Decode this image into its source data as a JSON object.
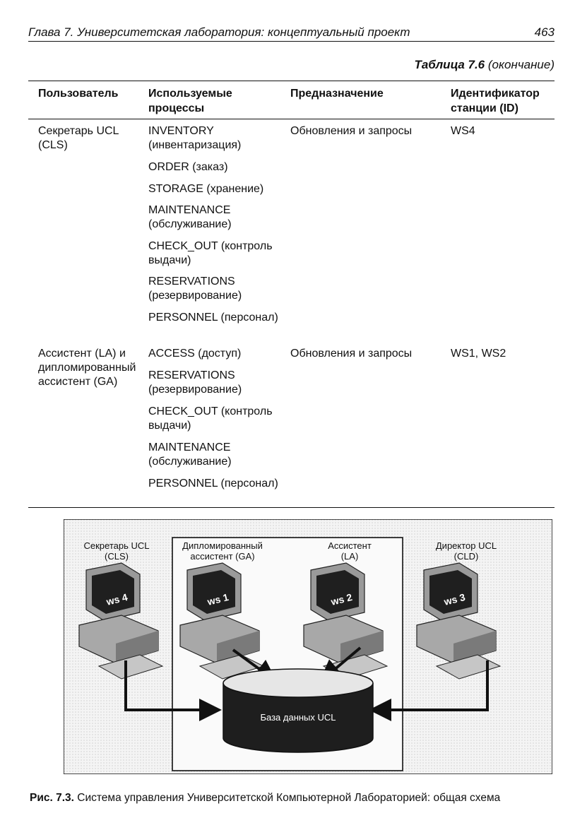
{
  "header": {
    "running_title": "Глава 7. Университетская лаборатория: концептуальный проект",
    "page_number": "463"
  },
  "table": {
    "caption_bold": "Таблица 7.6",
    "caption_rest": " (окончание)",
    "columns": [
      "Пользователь",
      "Используемые процессы",
      "Предназначение",
      "Идентификатор станции (ID)"
    ],
    "rows": [
      {
        "user": "Секретарь UCL (CLS)",
        "processes": [
          "INVENTORY (инвентаризация)",
          "ORDER (заказ)",
          "STORAGE (хранение)",
          "MAINTENANCE (обслуживание)",
          "CHECK_OUT (контроль выдачи)",
          "RESERVATIONS (резервирование)",
          "PERSONNEL (персонал)"
        ],
        "purpose": "Обновления и запросы",
        "station": "WS4"
      },
      {
        "user": "Ассистент (LA) и дипломированный ассистент (GA)",
        "processes": [
          "ACCESS (доступ)",
          "RESERVATIONS (резервирование)",
          "CHECK_OUT (контроль выдачи)",
          "MAINTENANCE (обслуживание)",
          "PERSONNEL (персонал)"
        ],
        "purpose": "Обновления и запросы",
        "station": "WS1, WS2"
      }
    ]
  },
  "figure": {
    "stations": [
      {
        "label_line1": "Секретарь UCL",
        "label_line2": "(CLS)",
        "screen": "ws 4"
      },
      {
        "label_line1": "Дипломированный",
        "label_line2": "ассистент (GA)",
        "screen": "ws 1"
      },
      {
        "label_line1": "Ассистент",
        "label_line2": "(LA)",
        "screen": "ws 2"
      },
      {
        "label_line1": "Директор UCL",
        "label_line2": "(CLD)",
        "screen": "ws 3"
      }
    ],
    "database_label": "База данных UCL"
  },
  "caption": {
    "number": "Рис. 7.3.",
    "text": " Система управления Университетской Компьютерной Лабораторией: общая схема"
  }
}
